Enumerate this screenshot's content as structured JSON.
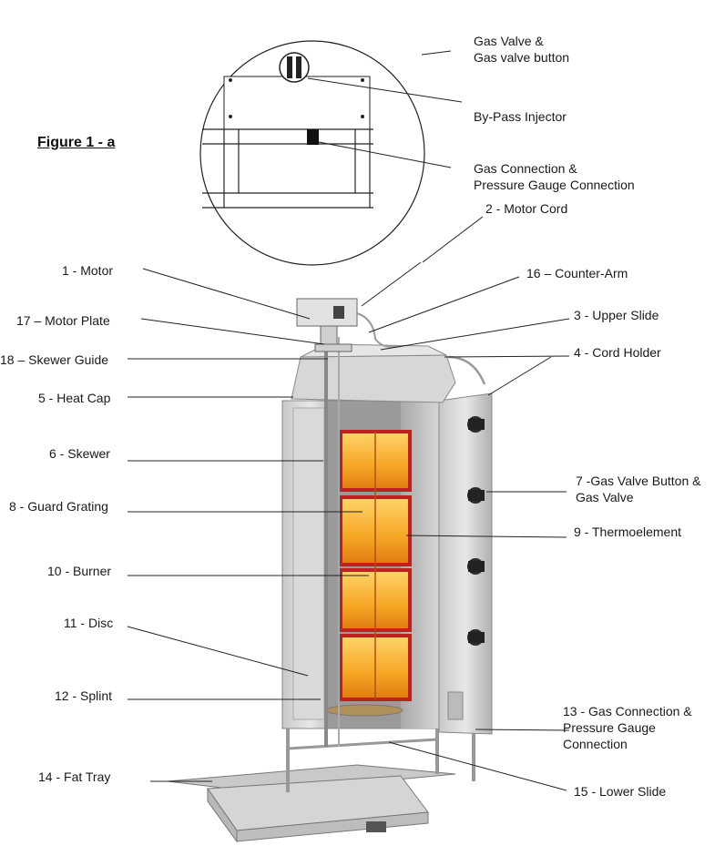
{
  "figure_title": "Figure 1 - a",
  "inset_labels": {
    "gas_valve": [
      "Gas Valve &",
      "Gas valve button"
    ],
    "bypass": "By-Pass Injector",
    "gas_connection": [
      "Gas Connection &",
      "Pressure Gauge Connection"
    ]
  },
  "labels": {
    "motor_cord": "2 - Motor Cord",
    "motor": "1 - Motor",
    "counter_arm": "16 – Counter-Arm",
    "motor_plate": "17 – Motor Plate",
    "upper_slide": "3 - Upper Slide",
    "skewer_guide": "18 – Skewer Guide",
    "cord_holder": "4 - Cord Holder",
    "heat_cap": "5 - Heat Cap",
    "skewer": "6 - Skewer",
    "gas_valve_button": [
      "7 -Gas Valve Button &",
      "Gas Valve"
    ],
    "guard_grating": "8 - Guard Grating",
    "thermoelement": "9 - Thermoelement",
    "burner": "10 - Burner",
    "disc": "11 - Disc",
    "splint": "12 - Splint",
    "gas_connection": [
      "13 - Gas Connection &",
      "Pressure Gauge",
      "Connection"
    ],
    "fat_tray": "14 - Fat Tray",
    "lower_slide": "15 - Lower Slide"
  }
}
